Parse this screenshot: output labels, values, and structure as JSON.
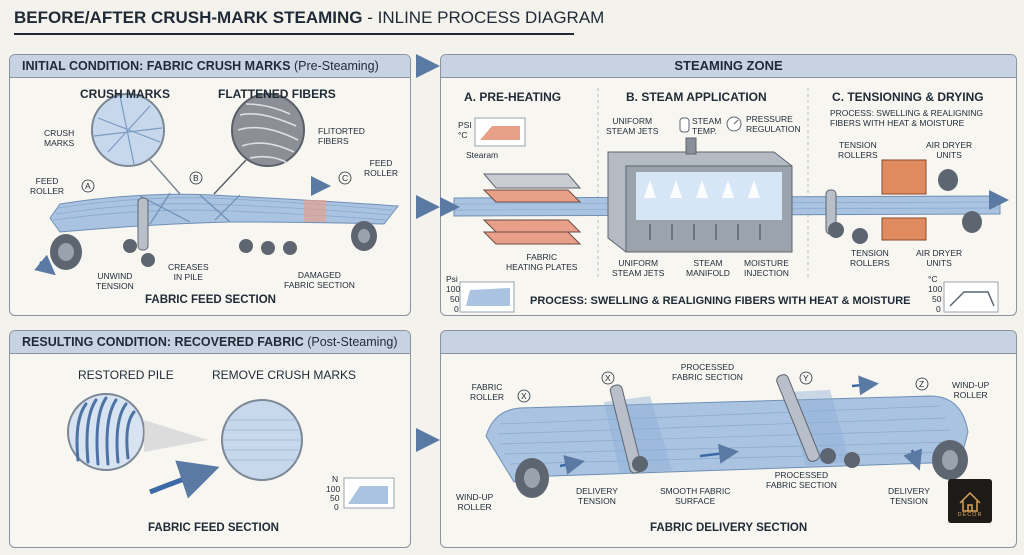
{
  "title": {
    "main": "BEFORE/AFTER CRUSH-MARK STEAMING",
    "sep": " - ",
    "sub": "INLINE PROCESS DIAGRAM"
  },
  "panels": {
    "initial": {
      "header_bold": "INITIAL CONDITION: FABRIC CRUSH MARKS",
      "header_rest": " (Pre-Steaming)",
      "crush_marks_title": "CRUSH MARKS",
      "flattened_fibers_title": "FLATTENED FIBERS",
      "crush_marks_label": "CRUSH\nMARKS",
      "distorted_fibers_label": "FLITORTED\nFIBERS",
      "feed_roller_left": "FEED\nROLLER",
      "feed_roller_right": "FEED\nROLLER",
      "marker_a": "a",
      "marker_b": "b",
      "marker_c": "c",
      "unwind_tension": "UNWIND\nTENSION",
      "creases_in_pile": "CREASES\nIN PILE",
      "damaged_section": "DAMAGED\nFABRIC SECTION",
      "caption": "FABRIC FEED SECTION"
    },
    "steaming": {
      "header": "STEAMING ZONE",
      "a_title": "A. PRE-HEATING",
      "b_title": "B. STEAM APPLICATION",
      "c_title": "C. TENSIONING & DRYING",
      "psi_c": "Psi\n°C",
      "stearam": "Stearam",
      "heating_plates": "FABRIC\nHEATING PLATES",
      "uniform_jets_top": "UNIFORM\nSTEAM JETS",
      "steam_temp": "STEAM\nTEMP.",
      "pressure_reg": "PRESSURE\nREGULATION",
      "uniform_jets_bottom": "UNIFORM\nSTEAM JETS",
      "steam_manifold": "STEAM\nMANIFOLD",
      "moisture_injection": "MOISTURE\nINJECTION",
      "process_c": "PROCESS: SWELLING & REALIGNING\nFIBERS WITH HEAT & MOISTURE",
      "tension_rollers_top": "TENSION\nROLLERS",
      "air_dryer_top": "AIR DRYER\nUNITS",
      "tension_rollers_bottom": "TENSION\nROLLERS",
      "air_dryer_bottom": "AIR DRYER\nUNITS",
      "psi_graph_unit": "Psi",
      "psi_ticks": [
        "100",
        "50",
        "0"
      ],
      "temp_graph_unit": "°C",
      "temp_ticks": [
        "100",
        "50",
        "0"
      ],
      "process_caption": "PROCESS: SWELLING & REALIGNING FIBERS WITH HEAT & MOISTURE"
    },
    "resulting": {
      "header_bold": "RESULTING CONDITION: RECOVERED FABRIC",
      "header_rest": " (Post-Steaming)",
      "restored_pile": "RESTORED PILE",
      "remove_crush": "REMOVE CRUSH MARKS",
      "graph_unit": "N",
      "graph_ticks": [
        "100",
        "50",
        "0"
      ],
      "caption": "FABRIC FEED SECTION"
    },
    "delivery": {
      "fabric_roller": "FABRIC\nROLLER",
      "marker_x1": "x",
      "marker_x2": "x",
      "marker_y": "y",
      "marker_z": "z",
      "processed_top": "PROCESSED\nFABRIC SECTION",
      "wind_up_right": "WIND-UP\nROLLER",
      "wind_up_left": "WIND-UP\nROLLER",
      "delivery_tension_left": "DELIVERY\nTENSION",
      "smooth_surface": "SMOOTH FABRIC\nSURFACE",
      "processed_bottom": "PROCESSED\nFABRIC SECTION",
      "delivery_tension_right": "DELIVERY\nTENSION",
      "caption": "FABRIC DELIVERY SECTION"
    }
  },
  "logo": {
    "text": "DECOR"
  },
  "colors": {
    "fabric": "#a9c3e1",
    "header": "#c7d3e2",
    "heater": "#e8a088",
    "roller": "#5d6570"
  }
}
